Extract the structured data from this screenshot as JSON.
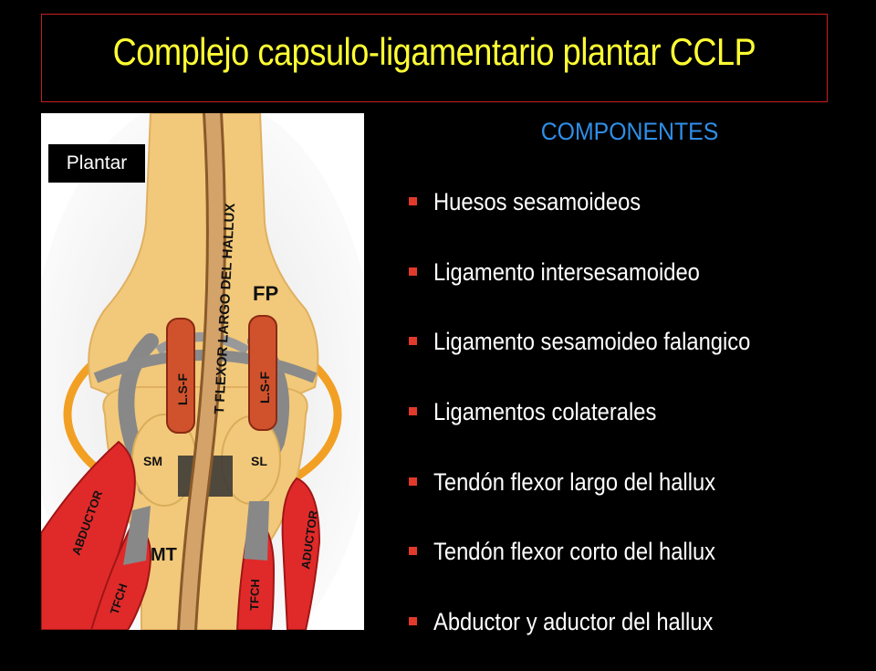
{
  "title": "Complejo capsulo-ligamentario plantar CCLP",
  "figure": {
    "badge": "Plantar",
    "labels": {
      "tendon": "T FLEXOR LARGO DEL HALLUX",
      "fp": "FP",
      "lsf_left": "L.S-F",
      "lsf_right": "L.S-F",
      "sm": "SM",
      "sl": "SL",
      "mt": "MT",
      "abductor": "ABDUCTOR",
      "aductor": "ADUCTOR",
      "tfch_left": "TFCH",
      "tfch_right": "TFCH"
    },
    "colors": {
      "bone": "#f2c97a",
      "ligament": "#d0522c",
      "muscle": "#e02a2a",
      "tendon": "#b98a57",
      "capsule": "#8a8a8a",
      "orange": "#f2a024"
    }
  },
  "components": {
    "heading": "COMPONENTES",
    "items": [
      "Huesos sesamoideos",
      "Ligamento intersesamoideo",
      "Ligamento sesamoideo falangico",
      "Ligamentos colaterales",
      "Tendón flexor largo del hallux",
      "Tendón flexor corto del hallux",
      "Abductor y aductor del hallux"
    ]
  }
}
